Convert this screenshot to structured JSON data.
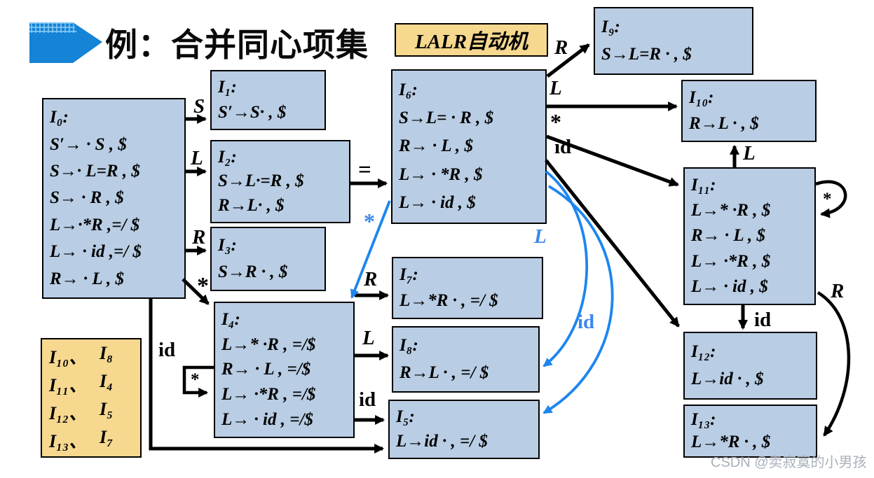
{
  "title": "例：合并同心项集",
  "tag_label": "LALR自动机",
  "watermark": "CSDN @卖寂寞的小男孩",
  "colors": {
    "box_fill": "#b9cde4",
    "tan_fill": "#f6d88f",
    "blue_arrow": "#1d86ef",
    "blue_label": "#3d87ea",
    "bullet_blue": "#1583d6",
    "watermark_gray": "#a9b1ba"
  },
  "states": {
    "I0": {
      "title": "I₀:",
      "items": [
        "S′→ · S , $",
        "S→· L=R , $",
        "S→ · R , $",
        "L→·*R ,=/ $",
        "L→ · id ,=/ $",
        "R→ · L , $"
      ]
    },
    "I1": {
      "title": "I₁:",
      "items": [
        "S′→S· , $"
      ]
    },
    "I2": {
      "title": "I₂:",
      "items": [
        "S→L·=R , $",
        "R→L· , $"
      ]
    },
    "I3": {
      "title": "I₃:",
      "items": [
        "S→R · , $"
      ]
    },
    "I4": {
      "title": "I₄:",
      "items": [
        "L→* ·R , =/$",
        "R→ · L , =/$",
        "L→ ·*R , =/$",
        "L→ · id , =/$"
      ]
    },
    "I5": {
      "title": "I₅:",
      "items": [
        "L→id · , =/ $"
      ]
    },
    "I6": {
      "title": "I₆:",
      "items": [
        "S→L= · R , $",
        "R→ · L , $",
        "L→ · *R , $",
        "L→ · id , $"
      ]
    },
    "I7": {
      "title": "I₇:",
      "items": [
        "L→*R · , =/ $"
      ]
    },
    "I8": {
      "title": "I₈:",
      "items": [
        "R→L · , =/ $"
      ]
    },
    "I9": {
      "title": "I₉:",
      "items": [
        "S→L=R · , $"
      ]
    },
    "I10": {
      "title": "I₁₀:",
      "items": [
        "R→L · , $"
      ]
    },
    "I11": {
      "title": "I₁₁:",
      "items": [
        "L→* ·R , $",
        "R→ · L , $",
        "L→ ·*R , $",
        "L→ · id , $"
      ]
    },
    "I12": {
      "title": "I₁₂:",
      "items": [
        "L→id · , $"
      ]
    },
    "I13": {
      "title": "I₁₃:",
      "items": [
        "L→*R · , $"
      ]
    }
  },
  "legend": {
    "rows": [
      [
        "I₁₀、",
        "I₈"
      ],
      [
        "I₁₁、",
        "I₄"
      ],
      [
        "I₁₂、",
        "I₅"
      ],
      [
        "I₁₃、",
        "I₇"
      ]
    ]
  },
  "labels": {
    "S_I0_I1": "S",
    "L_I0_I2": "L",
    "R_I0_I3": "R",
    "star_I0_I4": "*",
    "id_I0_I5": "id",
    "star_I4_loop": "*",
    "eq_I2_I6": "=",
    "R_I6_I9": "R",
    "L_I6_I10": "L",
    "star_I6_I11": "*",
    "id_I6_I12": "id",
    "L_I11_I10": "L",
    "star_I11_loop": "*",
    "id_I11_I12": "id",
    "R_I11_I13": "R",
    "R_I4_I7": "R",
    "L_I4_I8": "L",
    "id_I4_I5": "id",
    "star_I6_I4_blue": "*",
    "L_I6_I8_blue": "L",
    "id_I6_I5_blue": "id"
  }
}
